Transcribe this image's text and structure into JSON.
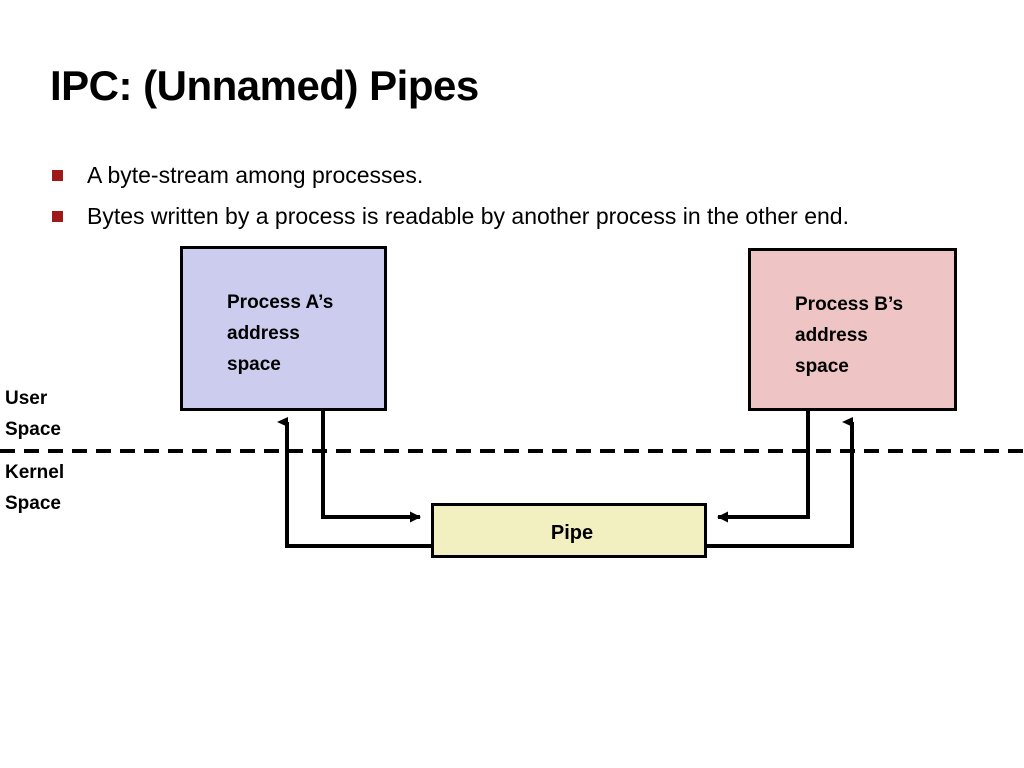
{
  "slide": {
    "title": "IPC: (Unnamed) Pipes",
    "bullets": [
      "A byte-stream among processes.",
      "Bytes written by a process is readable by another process in the other end."
    ]
  },
  "diagram": {
    "process_a": {
      "label": "Process A’s\naddress\nspace",
      "fill": "#ccccee",
      "stroke": "#000000"
    },
    "process_b": {
      "label": "Process B’s\naddress\nspace",
      "fill": "#eec4c4",
      "stroke": "#000000"
    },
    "pipe": {
      "label": "Pipe",
      "fill": "#f2efc0",
      "stroke": "#000000"
    },
    "user_space_label": "User\nSpace",
    "kernel_space_label": "Kernel\nSpace",
    "boundary": {
      "style": "dashed",
      "color": "#000000"
    },
    "connectors": [
      {
        "name": "process-a-write-to-pipe",
        "from": "process_a",
        "to": "pipe",
        "direction": "down-right"
      },
      {
        "name": "pipe-read-to-process-a",
        "from": "pipe",
        "to": "process_a",
        "direction": "left-up"
      },
      {
        "name": "process-b-write-to-pipe",
        "from": "process_b",
        "to": "pipe",
        "direction": "down-left"
      },
      {
        "name": "pipe-read-to-process-b",
        "from": "pipe",
        "to": "process_b",
        "direction": "right-up"
      }
    ]
  },
  "colors": {
    "bullet_marker": "#9e1a1a",
    "text": "#000000",
    "background": "#ffffff"
  }
}
